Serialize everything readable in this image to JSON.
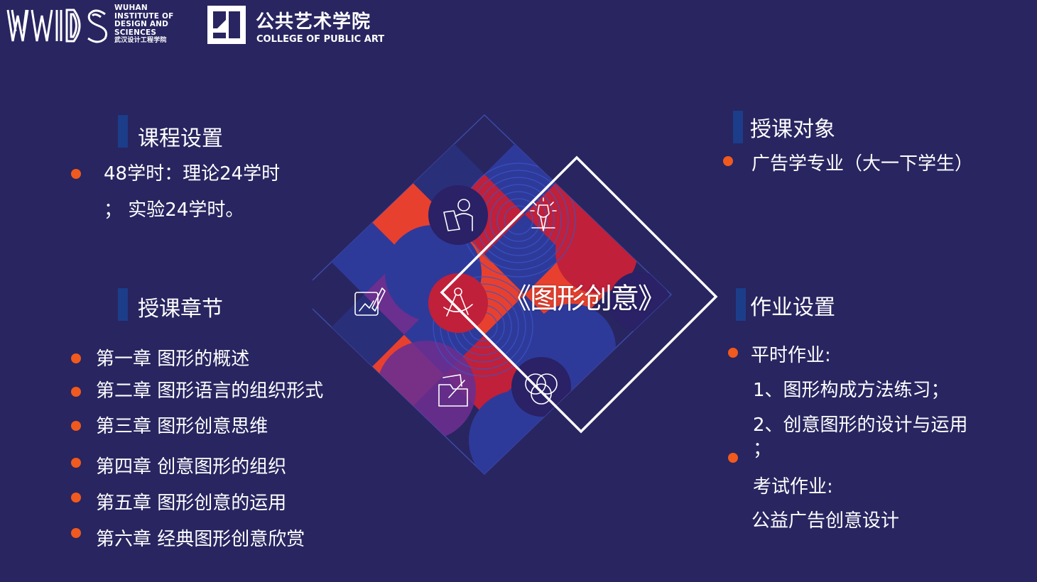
{
  "logos": {
    "wids_lines": [
      "WUHAN",
      "INSTITUTE OF",
      "DESIGN AND",
      "SCIENCES",
      "武汉设计工程学院"
    ],
    "college_cn": "公共艺术学院",
    "college_en": "COLLEGE OF PUBLIC ART"
  },
  "center_title": "《图形创意》",
  "sections": {
    "course": {
      "heading": "课程设置",
      "lines": [
        "48学时：理论24学时",
        "；  实验24学时。"
      ]
    },
    "target": {
      "heading": "授课对象",
      "items": [
        "广告学专业（大一下学生）"
      ]
    },
    "chapters": {
      "heading": "授课章节",
      "items": [
        "第一章  图形的概述",
        "第二章 图形语言的组织形式",
        "第三章 图形创意思维",
        "第四章 创意图形的组织",
        "第五章 图形创意的运用",
        "第六章  经典图形创意欣赏"
      ]
    },
    "homework": {
      "heading": "作业设置",
      "item1": "平时作业:",
      "sub1": "1、图形构成方法练习；",
      "sub2": "2、创意图形的设计与运用",
      "sub2_cont": "；",
      "item2": "考试作业:",
      "sub3": "公益广告创意设计"
    }
  },
  "colors": {
    "background": "#282560",
    "bullet": "#f05a1e",
    "bar": "#1c3d8a",
    "red": "#e8402f",
    "crimson": "#c0203a",
    "blue": "#2e3a9a",
    "purple": "#6a2f8f"
  },
  "icons": [
    "person-at-desk-icon",
    "lightbulb-pen-icon",
    "tablet-pen-icon",
    "compass-icon",
    "folder-pencil-icon",
    "circles-icon"
  ]
}
